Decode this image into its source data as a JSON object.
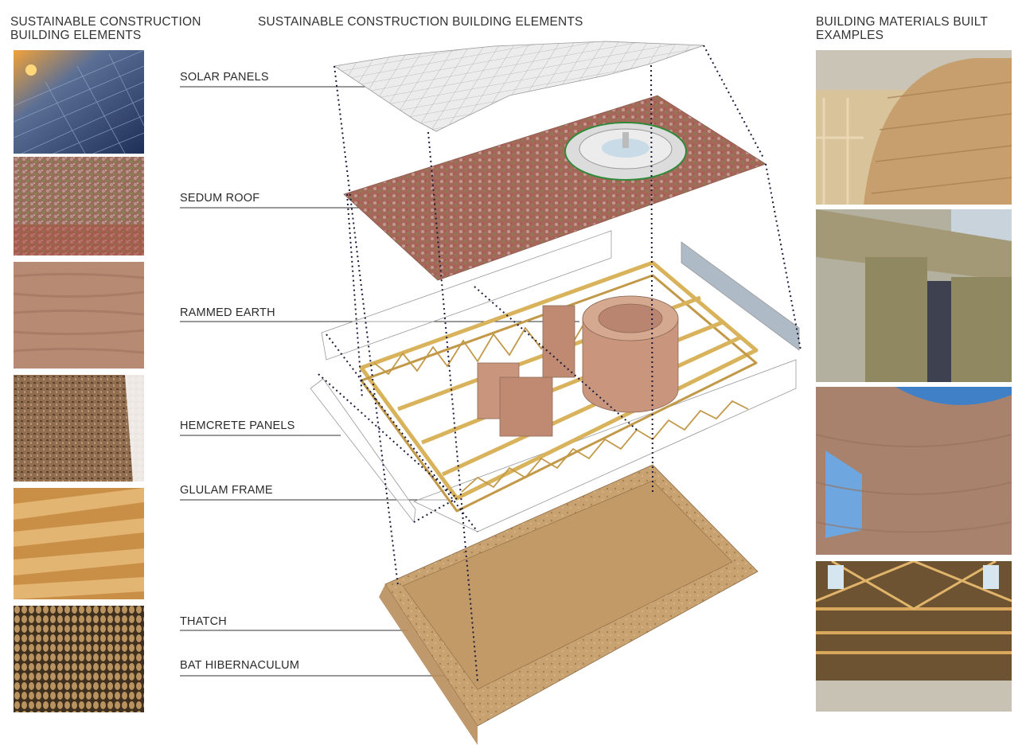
{
  "headings": {
    "left": "SUSTAINABLE CONSTRUCTION BUILDING ELEMENTS",
    "center": "SUSTAINABLE CONSTRUCTION BUILDING ELEMENTS",
    "right": "BUILDING MATERIALS BUILT EXAMPLES"
  },
  "labels": {
    "solar": "SOLAR PANELS",
    "sedum": "SEDUM ROOF",
    "rammed": "RAMMED EARTH",
    "hemcrete": "HEMCRETE PANELS",
    "glulam": "GLULAM FRAME",
    "thatch": "THATCH",
    "bat": "BAT HIBERNACULUM"
  },
  "swatches": [
    "solar panels",
    "sedum roof",
    "rammed earth",
    "hemcrete",
    "glulam timber",
    "thatch"
  ],
  "photos": [
    "thatched wall",
    "thatch and straw columns",
    "rammed earth curved wall",
    "glulam truss hall"
  ],
  "colors": {
    "sedum": "#a86a5c",
    "thatch": "#c79f6e",
    "rammed": "#c9957c",
    "glulam": "#d9b25c",
    "solar": "#e4e4e4",
    "dotted": "#1a1a3a"
  }
}
